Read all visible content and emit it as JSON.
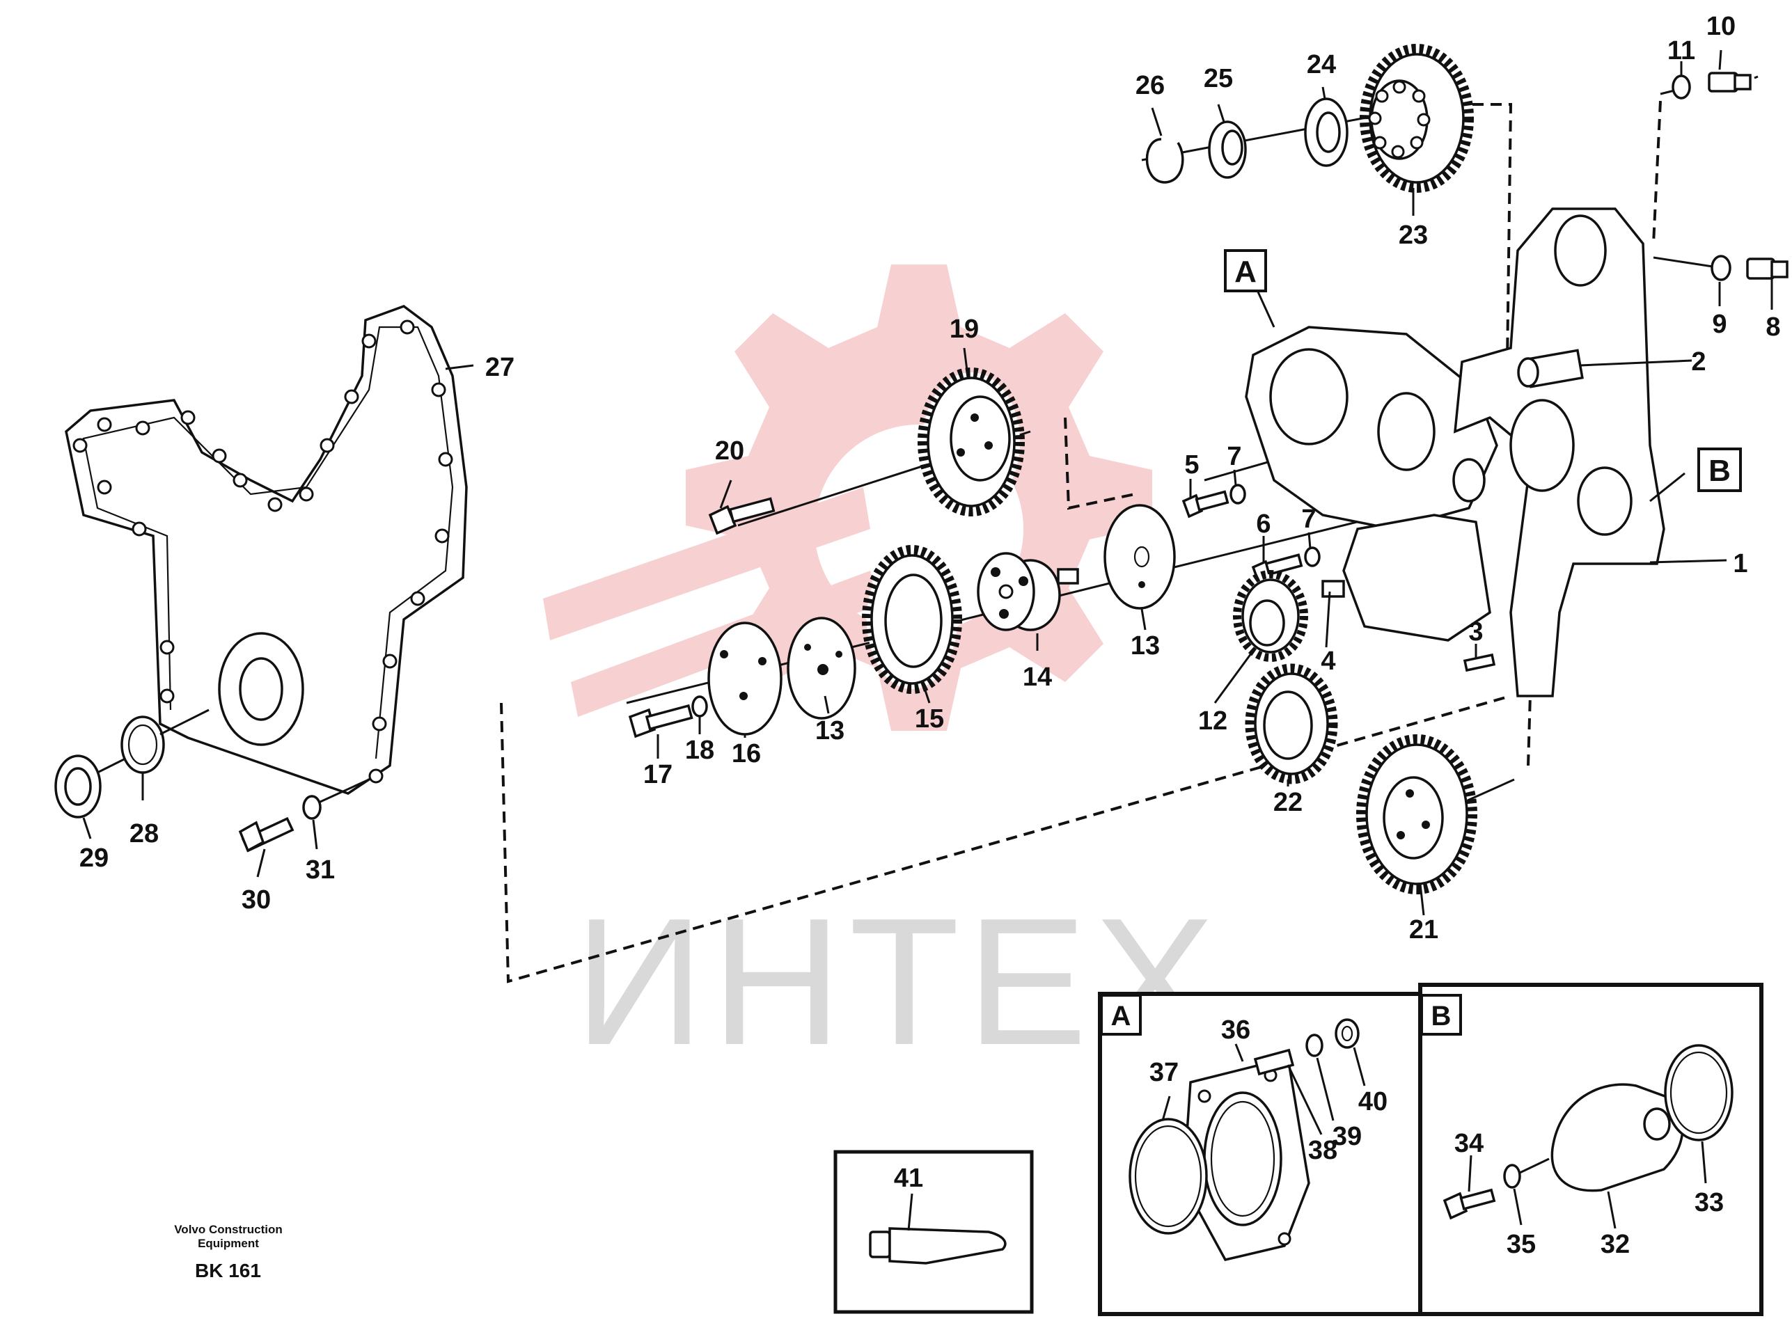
{
  "callouts": [
    {
      "label": "1"
    },
    {
      "label": "2"
    },
    {
      "label": "3"
    },
    {
      "label": "4"
    },
    {
      "label": "5"
    },
    {
      "label": "6"
    },
    {
      "label": "7"
    },
    {
      "label": "7"
    },
    {
      "label": "8"
    },
    {
      "label": "9"
    },
    {
      "label": "10"
    },
    {
      "label": "11"
    },
    {
      "label": "12"
    },
    {
      "label": "13"
    },
    {
      "label": "13"
    },
    {
      "label": "14"
    },
    {
      "label": "15"
    },
    {
      "label": "16"
    },
    {
      "label": "17"
    },
    {
      "label": "18"
    },
    {
      "label": "19"
    },
    {
      "label": "20"
    },
    {
      "label": "21"
    },
    {
      "label": "22"
    },
    {
      "label": "23"
    },
    {
      "label": "24"
    },
    {
      "label": "25"
    },
    {
      "label": "26"
    },
    {
      "label": "27"
    },
    {
      "label": "28"
    },
    {
      "label": "29"
    },
    {
      "label": "30"
    },
    {
      "label": "31"
    }
  ],
  "boxed_letters": {
    "a": "A",
    "b": "B"
  },
  "inset_a": {
    "letter": "A",
    "callouts": [
      {
        "label": "36"
      },
      {
        "label": "37"
      },
      {
        "label": "38"
      },
      {
        "label": "39"
      },
      {
        "label": "40"
      }
    ]
  },
  "inset_b": {
    "letter": "B",
    "callouts": [
      {
        "label": "34"
      },
      {
        "label": "35"
      },
      {
        "label": "32"
      },
      {
        "label": "33"
      }
    ]
  },
  "inset_41": {
    "callouts": [
      {
        "label": "41"
      }
    ]
  },
  "footer": {
    "brand_line1": "Volvo Construction",
    "brand_line2": "Equipment",
    "code": "BK 161"
  },
  "watermark": {
    "text": "ИНТЕХ",
    "color": "#f2b8b8"
  }
}
